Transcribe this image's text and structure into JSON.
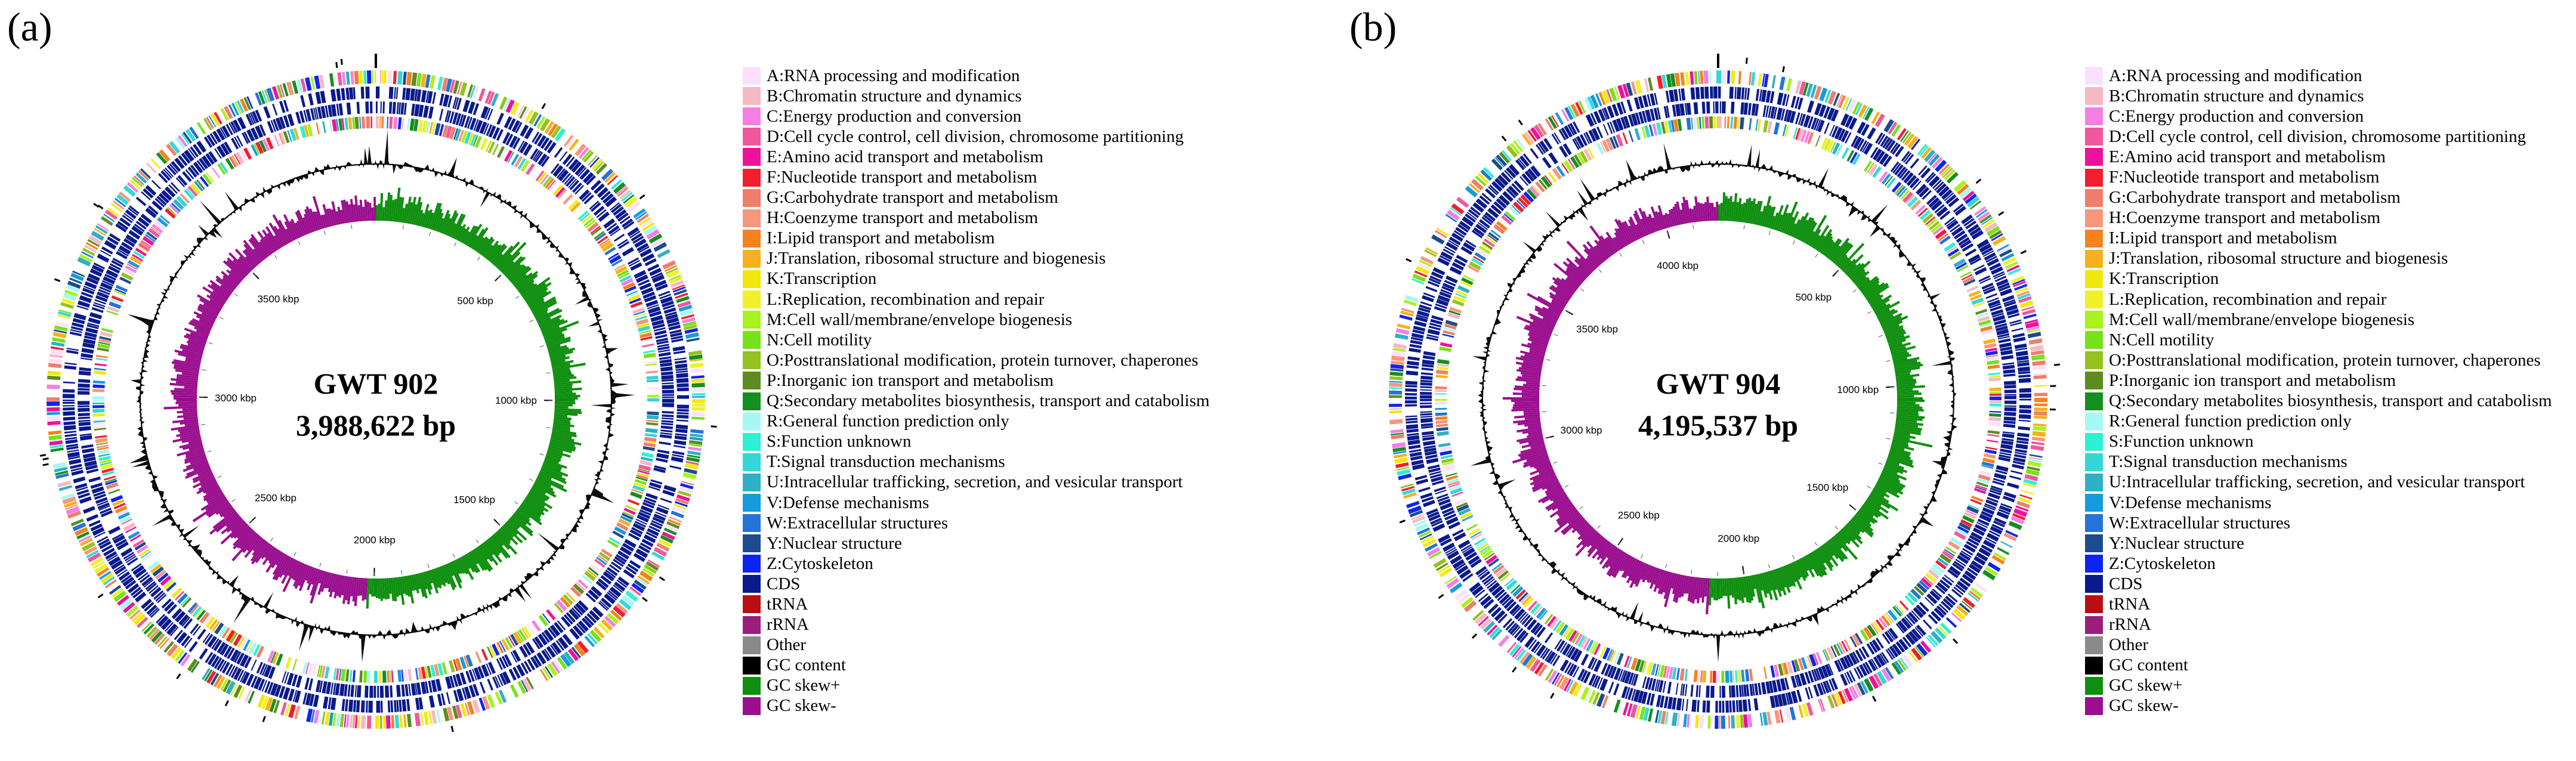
{
  "panels": [
    {
      "label": "(a)",
      "strain": "GWT 902",
      "genome_size": "3,988,622 bp",
      "tick_labels": [
        "500 kbp",
        "1000 kbp",
        "1500 kbp",
        "2000 kbp",
        "2500 kbp",
        "3000 kbp",
        "3500 kbp"
      ],
      "tick_values_kbp": [
        500,
        1000,
        1500,
        2000,
        2500,
        3000,
        3500
      ],
      "total_kbp": 3988.622,
      "seed": 902
    },
    {
      "label": "(b)",
      "strain": "GWT 904",
      "genome_size": "4,195,537 bp",
      "tick_labels": [
        "500 kbp",
        "1000 kbp",
        "1500 kbp",
        "2000 kbp",
        "2500 kbp",
        "3000 kbp",
        "3500 kbp",
        "4000 kbp"
      ],
      "tick_values_kbp": [
        500,
        1000,
        1500,
        2000,
        2500,
        3000,
        3500,
        4000
      ],
      "total_kbp": 4195.537,
      "seed": 904
    }
  ],
  "legend": [
    {
      "label": "A:RNA processing and modification",
      "color": "#fbe0fb"
    },
    {
      "label": "B:Chromatin structure and dynamics",
      "color": "#f6b8c4"
    },
    {
      "label": "C:Energy production and conversion",
      "color": "#f57fe4"
    },
    {
      "label": "D:Cell cycle control, cell division, chromosome partitioning",
      "color": "#f0589b"
    },
    {
      "label": "E:Amino acid transport and metabolism",
      "color": "#f0109c"
    },
    {
      "label": "F:Nucleotide transport and metabolism",
      "color": "#f21e2e"
    },
    {
      "label": "G:Carbohydrate transport and metabolism",
      "color": "#ef7f6c"
    },
    {
      "label": "H:Coenzyme transport and metabolism",
      "color": "#f6977c"
    },
    {
      "label": "I:Lipid transport and metabolism",
      "color": "#f5821f"
    },
    {
      "label": "J:Translation, ribosomal structure and biogenesis",
      "color": "#f6b11a"
    },
    {
      "label": "K:Transcription",
      "color": "#f2e80f"
    },
    {
      "label": "L:Replication, recombination and repair",
      "color": "#f0f12a"
    },
    {
      "label": "M:Cell wall/membrane/envelope biogenesis",
      "color": "#a8f21e"
    },
    {
      "label": "N:Cell motility",
      "color": "#76e21a"
    },
    {
      "label": "O:Posttranslational modification, protein turnover, chaperones",
      "color": "#94c31f"
    },
    {
      "label": "P:Inorganic ion transport and metabolism",
      "color": "#5e8c1f"
    },
    {
      "label": "Q:Secondary metabolites biosynthesis, transport and catabolism",
      "color": "#158f1f"
    },
    {
      "label": "R:General function prediction only",
      "color": "#a7f8f4"
    },
    {
      "label": "S:Function unknown",
      "color": "#2ef0d2"
    },
    {
      "label": "T:Signal transduction mechanisms",
      "color": "#33d7d9"
    },
    {
      "label": "U:Intracellular trafficking, secretion, and vesicular transport",
      "color": "#2fb0c7"
    },
    {
      "label": "V:Defense mechanisms",
      "color": "#169bdf"
    },
    {
      "label": "W:Extracellular structures",
      "color": "#2374d6"
    },
    {
      "label": "Y:Nuclear structure",
      "color": "#1c4c8f"
    },
    {
      "label": "Z:Cytoskeleton",
      "color": "#0d24f0"
    },
    {
      "label": "CDS",
      "color": "#0a1a8c"
    },
    {
      "label": "tRNA",
      "color": "#b80f12"
    },
    {
      "label": "rRNA",
      "color": "#9b1f7a"
    },
    {
      "label": "Other",
      "color": "#8a8a8a"
    },
    {
      "label": "GC content",
      "color": "#000000"
    },
    {
      "label": "GC skew+",
      "color": "#0f8f0f"
    },
    {
      "label": "GC skew-",
      "color": "#9b0f8f"
    }
  ]
}
